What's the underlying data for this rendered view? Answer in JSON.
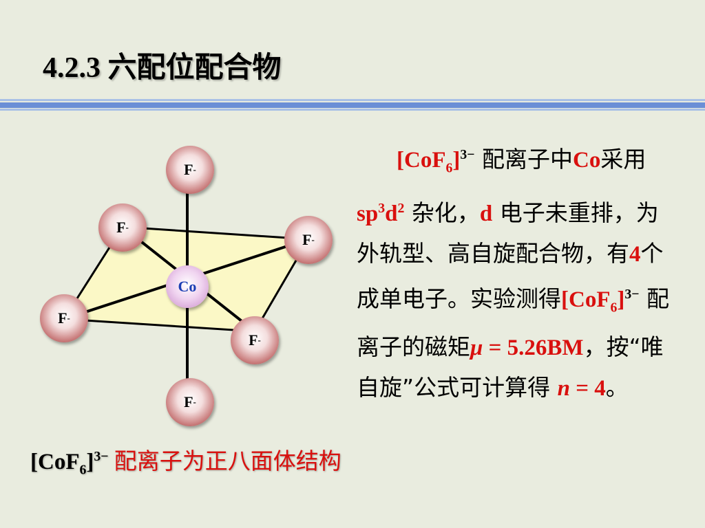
{
  "slide": {
    "title": "4.2.3  六配位配合物",
    "colors": {
      "background": "#e9ecdf",
      "accent_red": "#d9100e",
      "rule_blue": "#6b8fd6",
      "plane_fill": "#fbf8c6",
      "co_label": "#1c3fb4"
    }
  },
  "diagram": {
    "center_label": "Co",
    "ligand_label": "F",
    "ligand_charge": "-"
  },
  "paragraph": {
    "intro_formula": "[CoF",
    "sub6": "6",
    "bracket_close": "]",
    "charge": "3−",
    "p1": " 配离子中",
    "co": "Co",
    "p2": "采用",
    "sp": "sp",
    "sp_sup3": "3",
    "d": "d",
    "d_sup2": "2",
    "p3": " 杂化，",
    "d_electron": "d",
    "p4": " 电子未重排，为外轨型、高自旋配合物，有",
    "four": "4",
    "p5": "个成单电子。实验测得",
    "p6": " 配离子的磁矩",
    "mu": "μ",
    "mu_value": " = 5.26BM",
    "p7": "，按“唯自旋”公式可计算得 ",
    "n": "n",
    "n_value": " = 4",
    "p8": "。"
  },
  "caption": {
    "formula": "[CoF",
    "sub6": "6",
    "bracket_close": "]",
    "charge": "3−",
    "text": " 配离子为正八面体结构"
  }
}
